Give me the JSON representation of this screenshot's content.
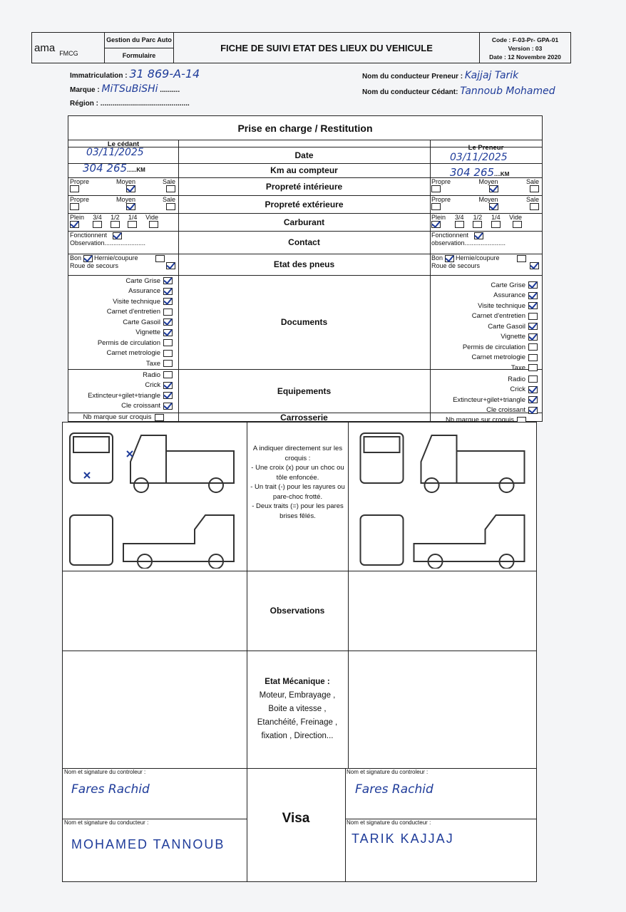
{
  "header": {
    "logo_left": "ama",
    "logo_right": "FMCG",
    "dept": "Gestion du Parc Auto",
    "type": "Formulaire",
    "title": "FICHE DE SUIVI ETAT DES LIEUX DU VEHICULE",
    "code": "Code : F-03-Pr- GPA-01",
    "version": "Version : 03",
    "date": "Date : 12 Novembre 2020"
  },
  "vehicle": {
    "immat_label": "Immatriculation :",
    "immat": "31 869-A-14",
    "marque_label": "Marque :",
    "marque": "MiTSuBiSHi",
    "region_label": "Région :",
    "preneur_label": "Nom du conducteur Preneur :",
    "preneur": "Kajjaj Tarik",
    "cedant_label": "Nom du conducteur Cédant:",
    "cedant": "Tannoub Mohamed"
  },
  "table": {
    "title": "Prise en charge / Restitution",
    "left_head": "Le cédant",
    "right_head": "Le Preneur",
    "rows": {
      "date": "Date",
      "km": "Km au compteur",
      "int": "Propreté intérieure",
      "ext": "Propreté extérieure",
      "carb": "Carburant",
      "contact": "Contact",
      "pneus": "Etat des pneus",
      "docs": "Documents",
      "equip": "Equipements",
      "carro": "Carrosserie",
      "obs": "Observations"
    },
    "left": {
      "date": "03/11/2025",
      "km": "304 265",
      "km_unit": "KM"
    },
    "right": {
      "date": "03/11/2025",
      "km": "304 265",
      "km_unit": "KM"
    },
    "propre": [
      "Propre",
      "Moyen",
      "Sale"
    ],
    "carb_levels": [
      "Plein",
      "3/4",
      "1/2",
      "1/4",
      "Vide"
    ],
    "fonctionnent": "Fonctionnent",
    "observation_left": "Observation",
    "observation_right": "observation",
    "bon": "Bon",
    "hernie": "Hernie/coupure",
    "roue": "Roue de secours",
    "documents": [
      {
        "label": "Carte Grise",
        "l": true,
        "r": true
      },
      {
        "label": "Assurance",
        "l": true,
        "r": true
      },
      {
        "label": "Visite technique",
        "l": true,
        "r": true
      },
      {
        "label": "Carnet d'entretien",
        "l": false,
        "r": false
      },
      {
        "label": "Carte Gasoil",
        "l": true,
        "r": true
      },
      {
        "label": "Vignette",
        "l": true,
        "r": true
      },
      {
        "label": "Permis de circulation",
        "l": false,
        "r": false
      },
      {
        "label": "Carnet metrologie",
        "l": false,
        "r": false
      },
      {
        "label": "Taxe",
        "l": false,
        "r": false
      }
    ],
    "equipements": [
      {
        "label": "Radio",
        "l": false,
        "r": false
      },
      {
        "label": "Crick",
        "l": true,
        "r": true
      },
      {
        "label": "Extincteur+gilet+triangle",
        "l": true,
        "r": true
      },
      {
        "label": "Cle croissant",
        "l": true,
        "r": true
      }
    ],
    "nb_marque": "Nb marque sur croquis",
    "instructions": [
      "A indiquer directement sur les croquis :",
      "- Une croix (x) pour un choc ou tôle enfoncée.",
      "- Un trait (-) pour les rayures ou pare-choc frotté.",
      "- Deux traits (=) pour les pares brises fêlés."
    ],
    "mecanique": [
      "Etat Mécanique :",
      "Moteur, Embrayage ,",
      "Boite a vitesse ,",
      "Etanchéité, Freinage ,",
      "fixation , Direction..."
    ],
    "ctrl_label": "Nom et signature du controleur :",
    "cond_label": "Nom et signature du conducteur :",
    "visa": "Visa",
    "ctrl_left": "Fares Rachid",
    "ctrl_right": "Fares Rachid",
    "cond_left": "MOHAMED TANNOUB",
    "cond_right": "TARIK KAJJAJ"
  }
}
